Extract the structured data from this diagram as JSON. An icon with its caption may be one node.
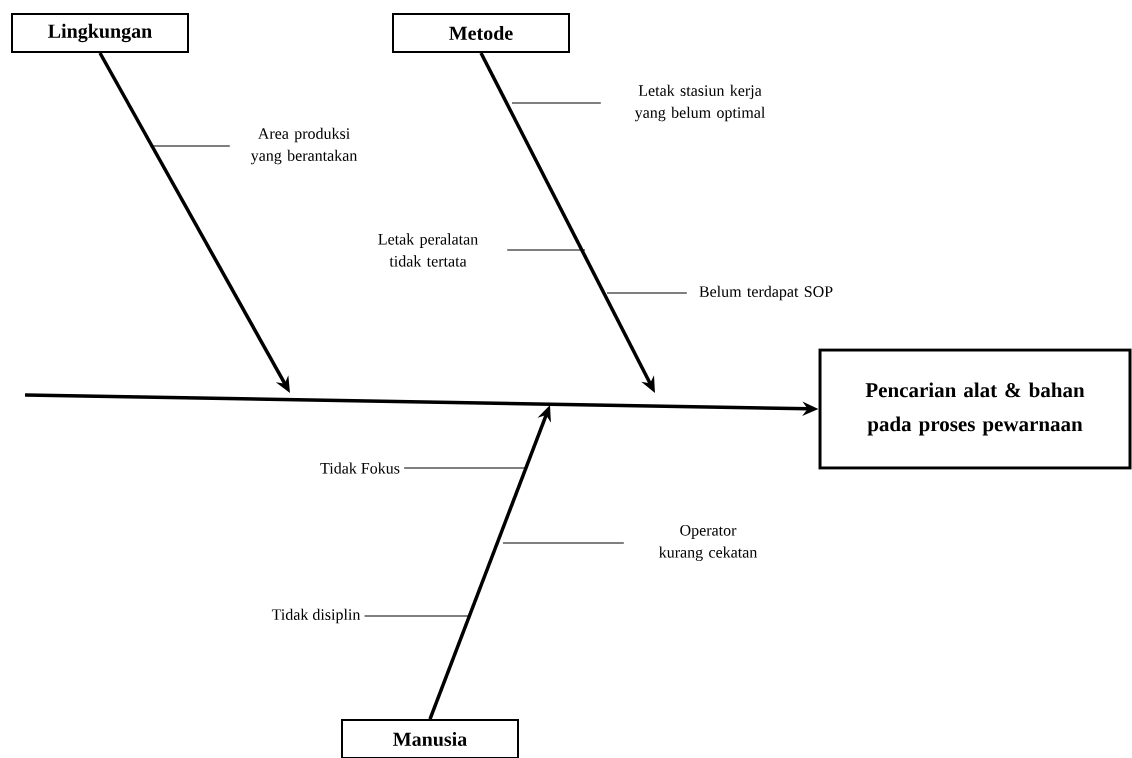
{
  "diagram": {
    "nodes": [
      {
        "text": [
          "Lingkungan"
        ]
      },
      {
        "text": [
          "Metode"
        ]
      },
      {
        "text": [
          "Pencarian alat & bahan pada proses pewarnaan"
        ]
      },
      {
        "text": [
          "Manusia"
        ]
      },
      {
        "text": [
          "Area produksi yang berantakan"
        ]
      },
      {
        "text": [
          "Letak stasiun kerja yang belum optimal"
        ]
      },
      {
        "text": [
          "Letak peralatan tidak tertata"
        ]
      },
      {
        "text": [
          "Belum terdapat SOP"
        ]
      },
      {
        "text": [
          "Tidak Fokus"
        ]
      },
      {
        "text": [
          "Operator kurang cekatan"
        ]
      },
      {
        "text": [
          "Tidak disiplin"
        ]
      }
    ],
    "edges": [
      {
        "from": null,
        "to": 2,
        "arrow": "to",
        "style": "thick"
      },
      {
        "from": 0,
        "to": null,
        "arrow": "to",
        "style": "thick"
      },
      {
        "from": 1,
        "to": null,
        "arrow": "to",
        "style": "thick"
      },
      {
        "from": 3,
        "to": null,
        "arrow": "to",
        "style": "thick"
      },
      {
        "from": 4,
        "to": null,
        "arrow": "none"
      },
      {
        "from": 5,
        "to": null,
        "arrow": "none"
      },
      {
        "from": 6,
        "to": null,
        "arrow": "none"
      },
      {
        "from": 7,
        "to": null,
        "arrow": "none"
      },
      {
        "from": 8,
        "to": null,
        "arrow": "none"
      },
      {
        "from": 9,
        "to": null,
        "arrow": "none"
      },
      {
        "from": 10,
        "to": null,
        "arrow": "none"
      }
    ]
  }
}
